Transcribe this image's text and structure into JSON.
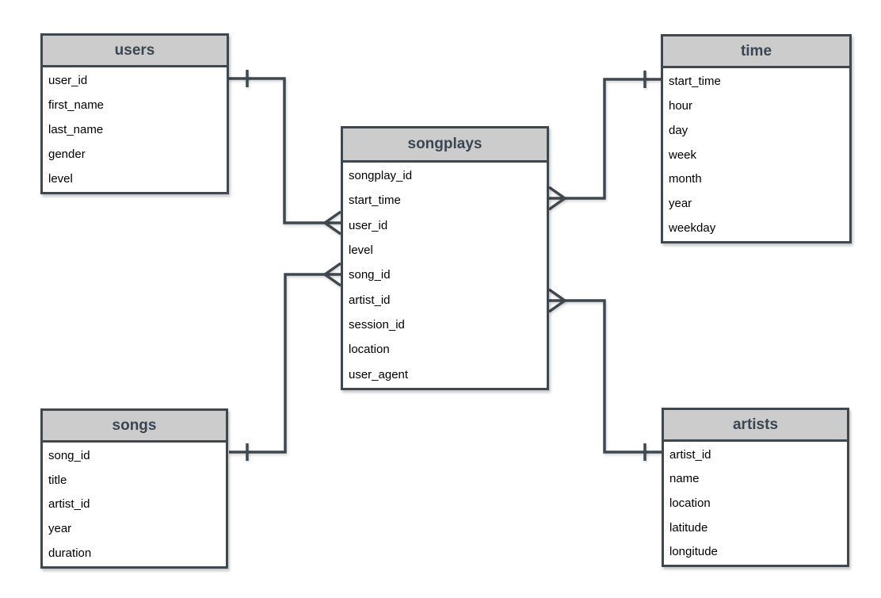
{
  "diagram": {
    "kind": "entity-relationship-star-schema",
    "colors": {
      "border": "#40484f",
      "connector": "#40484f",
      "header_fill": "#cccccc",
      "header_text": "#3a4651",
      "field_text": "#000000",
      "background": "#ffffff"
    },
    "tables": [
      {
        "name": "users",
        "fields": [
          "user_id",
          "first_name",
          "last_name",
          "gender",
          "level"
        ]
      },
      {
        "name": "time",
        "fields": [
          "start_time",
          "hour",
          "day",
          "week",
          "month",
          "year",
          "weekday"
        ]
      },
      {
        "name": "songplays",
        "fields": [
          "songplay_id",
          "start_time",
          "user_id",
          "level",
          "song_id",
          "artist_id",
          "session_id",
          "location",
          "user_agent"
        ]
      },
      {
        "name": "songs",
        "fields": [
          "song_id",
          "title",
          "artist_id",
          "year",
          "duration"
        ]
      },
      {
        "name": "artists",
        "fields": [
          "artist_id",
          "name",
          "location",
          "latitude",
          "longitude"
        ]
      }
    ],
    "relationships": [
      {
        "from": "users.user_id",
        "to": "songplays.user_id",
        "from_cardinality": "one",
        "to_cardinality": "many"
      },
      {
        "from": "songs.song_id",
        "to": "songplays.song_id",
        "from_cardinality": "one",
        "to_cardinality": "many"
      },
      {
        "from": "time.start_time",
        "to": "songplays.start_time",
        "from_cardinality": "one",
        "to_cardinality": "many"
      },
      {
        "from": "artists.artist_id",
        "to": "songplays.artist_id",
        "from_cardinality": "one",
        "to_cardinality": "many"
      }
    ]
  }
}
